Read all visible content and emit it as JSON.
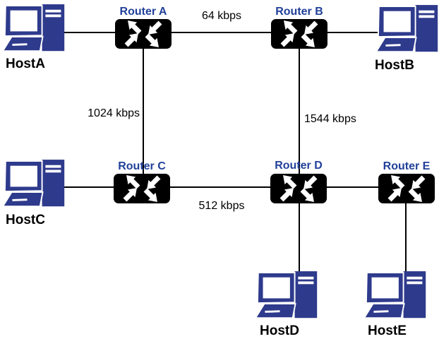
{
  "diagram": {
    "type": "network-topology",
    "description": "Five routers (A-E) interconnected with labeled bandwidth links; each router A, B, C has one attached host on the outer edge, routers D and E each have a host below"
  },
  "colors": {
    "background": "#ffffff",
    "host_fill": "#2e3a8c",
    "router_fill": "#000000",
    "router_label": "#21409a",
    "line": "#000000",
    "text": "#000000"
  },
  "routers": [
    {
      "id": "router-a",
      "label": "Router A"
    },
    {
      "id": "router-b",
      "label": "Router B"
    },
    {
      "id": "router-c",
      "label": "Router C"
    },
    {
      "id": "router-d",
      "label": "Router D"
    },
    {
      "id": "router-e",
      "label": "Router E"
    }
  ],
  "hosts": [
    {
      "id": "host-a",
      "label": "HostA"
    },
    {
      "id": "host-b",
      "label": "HostB"
    },
    {
      "id": "host-c",
      "label": "HostC"
    },
    {
      "id": "host-d",
      "label": "HostD"
    },
    {
      "id": "host-e",
      "label": "HostE"
    }
  ],
  "links": [
    {
      "from": "HostA",
      "to": "Router A",
      "label": ""
    },
    {
      "from": "Router A",
      "to": "Router B",
      "label": "64 kbps"
    },
    {
      "from": "Router B",
      "to": "HostB",
      "label": ""
    },
    {
      "from": "Router A",
      "to": "Router C",
      "label": "1024 kbps"
    },
    {
      "from": "Router B",
      "to": "Router D",
      "label": "1544 kbps"
    },
    {
      "from": "HostC",
      "to": "Router C",
      "label": ""
    },
    {
      "from": "Router C",
      "to": "Router D",
      "label": "512 kbps"
    },
    {
      "from": "Router D",
      "to": "Router E",
      "label": ""
    },
    {
      "from": "Router D",
      "to": "HostD",
      "label": ""
    },
    {
      "from": "Router E",
      "to": "HostE",
      "label": ""
    }
  ]
}
